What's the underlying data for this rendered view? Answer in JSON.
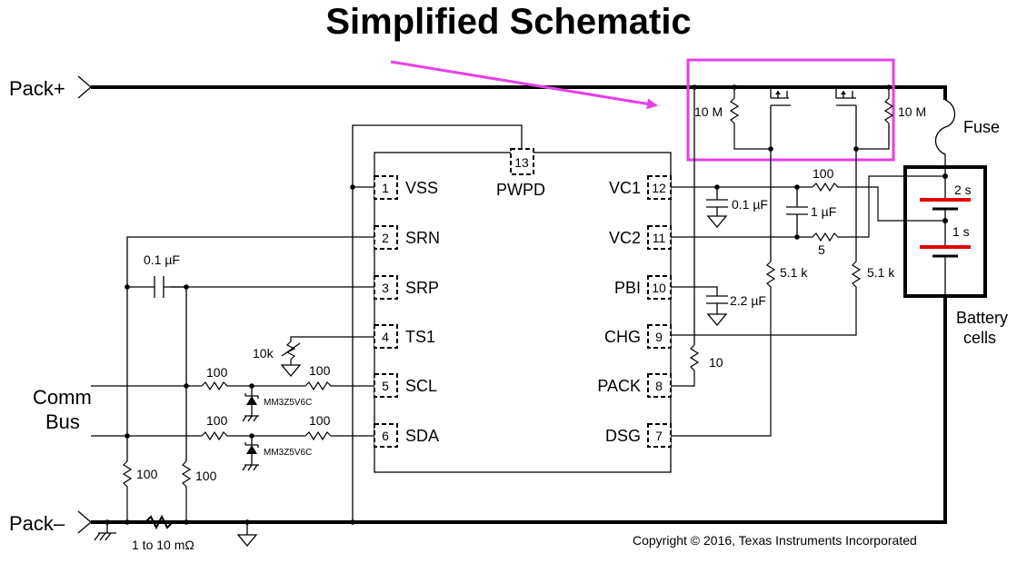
{
  "title": "Simplified Schematic",
  "pins": {
    "p1": {
      "num": "1",
      "name": "VSS"
    },
    "p2": {
      "num": "2",
      "name": "SRN"
    },
    "p3": {
      "num": "3",
      "name": "SRP"
    },
    "p4": {
      "num": "4",
      "name": "TS1"
    },
    "p5": {
      "num": "5",
      "name": "SCL"
    },
    "p6": {
      "num": "6",
      "name": "SDA"
    },
    "p7": {
      "num": "7",
      "name": "DSG"
    },
    "p8": {
      "num": "8",
      "name": "PACK"
    },
    "p9": {
      "num": "9",
      "name": "CHG"
    },
    "p10": {
      "num": "10",
      "name": "PBI"
    },
    "p11": {
      "num": "11",
      "name": "VC2"
    },
    "p12": {
      "num": "12",
      "name": "VC1"
    },
    "p13": {
      "num": "13",
      "name": "PWPD"
    }
  },
  "labels": {
    "pack_plus": "Pack+",
    "pack_minus": "Pack–",
    "comm": "Comm",
    "bus": "Bus",
    "fuse": "Fuse",
    "battery": "Battery",
    "cells": "cells",
    "cell2": "2 s",
    "cell1": "1 s",
    "copyright": "Copyright © 2016, Texas Instruments Incorporated"
  },
  "components": {
    "r_gate_left": "10 M",
    "r_gate_right": "10 M",
    "c_srp": "0.1 µF",
    "thermistor": "10k",
    "r_scl_a": "100",
    "r_scl_b": "100",
    "r_sda_a": "100",
    "r_sda_b": "100",
    "zener1": "MM3Z5V6C",
    "zener2": "MM3Z5V6C",
    "r_pull1": "100",
    "r_pull2": "100",
    "r_sense": "1 to 10 mΩ",
    "r_vc1": "100",
    "c_vc1": "0.1 µF",
    "c_cell": "1 µF",
    "r_vc2": "5",
    "c_pbi": "2.2 µF",
    "r_dsg": "5.1 k",
    "r_chg": "5.1 k",
    "r_pack": "10"
  },
  "colors": {
    "highlight": "#e83ee8",
    "cell_plate": "#e00000"
  }
}
